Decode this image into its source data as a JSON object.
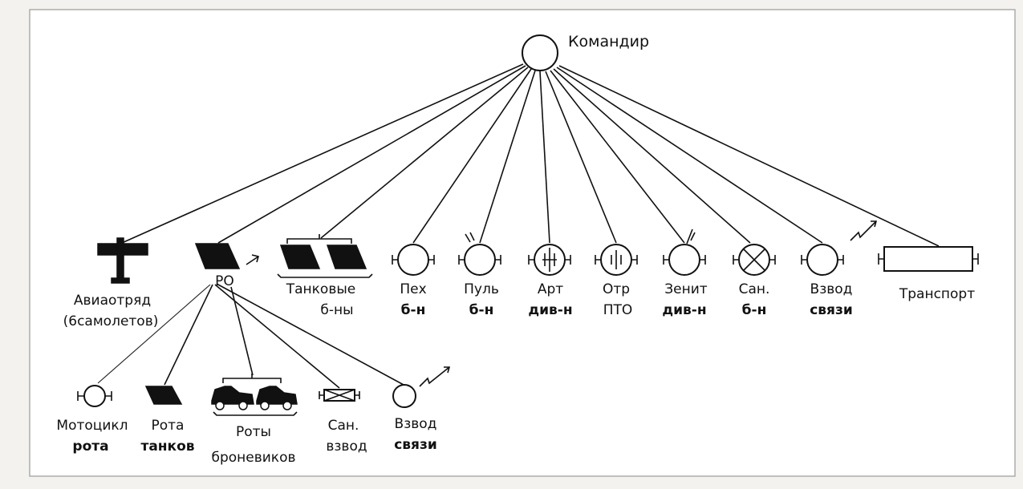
{
  "commander": {
    "label": "Командир"
  },
  "top_units": [
    {
      "line1": "Авиаотряд",
      "line2": "(6самолетов)"
    },
    {
      "line1": "РО",
      "line2": ""
    },
    {
      "line1": "Танковые",
      "line2": "б-ны"
    },
    {
      "line1": "Пех",
      "line2": "б-н"
    },
    {
      "line1": "Пуль",
      "line2": "б-н"
    },
    {
      "line1": "Арт",
      "line2": "див-н"
    },
    {
      "line1": "Отр",
      "line2": "ПТО"
    },
    {
      "line1": "Зенит",
      "line2": "див-н"
    },
    {
      "line1": "Сан.",
      "line2": "б-н"
    },
    {
      "line1": "Взвод",
      "line2": "связи"
    },
    {
      "line1": "Транспорт",
      "line2": ""
    }
  ],
  "sub_units": [
    {
      "line1": "Мотоцикл",
      "line2": "рота"
    },
    {
      "line1": "Рота",
      "line2": "танков"
    },
    {
      "line1": "Роты",
      "line2": "броневиков"
    },
    {
      "line1": "Сан.",
      "line2": "взвод"
    },
    {
      "line1": "Взвод",
      "line2": "связи"
    }
  ],
  "colors": {
    "ink": "#111111",
    "paper": "#ffffff",
    "border": "#9a9a9a"
  }
}
